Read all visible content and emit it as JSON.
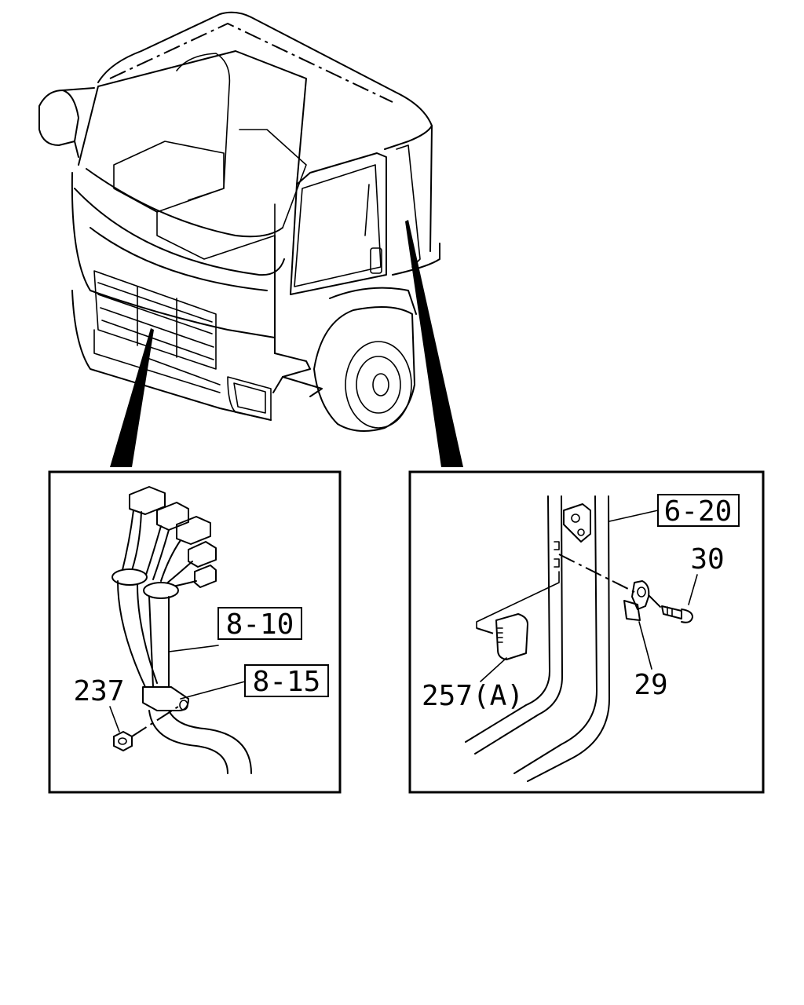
{
  "callouts": {
    "ref_8_10": "8-10",
    "ref_8_15": "8-15",
    "ref_6_20": "6-20",
    "part_237": "237",
    "part_30": "30",
    "part_29": "29",
    "part_257a": "257(A)"
  }
}
